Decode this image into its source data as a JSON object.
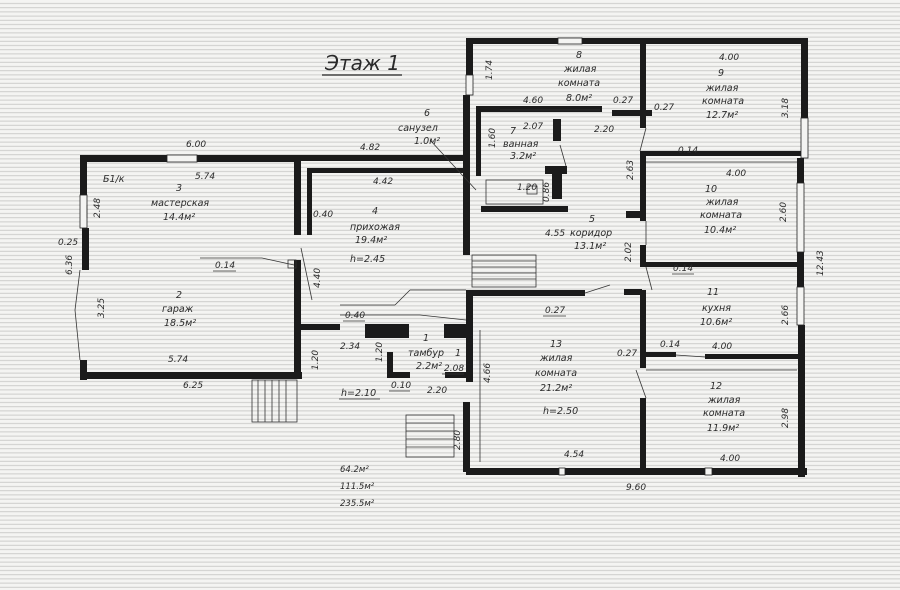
{
  "plan": {
    "title": "Этаж 1",
    "label_b1k": "Б1/к",
    "height_main": "h=2.45",
    "height_room13": "h=2.50",
    "height_tambur": "h=2.10",
    "totals": [
      "64.2м²",
      "111.5м²",
      "235.5м²"
    ]
  },
  "rooms": [
    {
      "num": "1",
      "name": "тамбур",
      "name2": "",
      "area": "2.2м²"
    },
    {
      "num": "2",
      "name": "гараж",
      "name2": "",
      "area": "18.5м²"
    },
    {
      "num": "3",
      "name": "мастерская",
      "name2": "",
      "area": "14.4м²"
    },
    {
      "num": "4",
      "name": "прихожая",
      "name2": "",
      "area": "19.4м²"
    },
    {
      "num": "5",
      "name": "коридор",
      "name2": "",
      "area": "13.1м²"
    },
    {
      "num": "6",
      "name": "санузел",
      "name2": "",
      "area": "1.0м²"
    },
    {
      "num": "7",
      "name": "ванная",
      "name2": "",
      "area": "3.2м²"
    },
    {
      "num": "8",
      "name": "жилая",
      "name2": "комната",
      "area": "8.0м²"
    },
    {
      "num": "9",
      "name": "жилая",
      "name2": "комната",
      "area": "12.7м²"
    },
    {
      "num": "10",
      "name": "жилая",
      "name2": "комната",
      "area": "10.4м²"
    },
    {
      "num": "11",
      "name": "кухня",
      "name2": "",
      "area": "10.6м²"
    },
    {
      "num": "12",
      "name": "жилая",
      "name2": "комната",
      "area": "11.9м²"
    },
    {
      "num": "13",
      "name": "жилая",
      "name2": "комната",
      "area": "21.2м²"
    }
  ],
  "dims": {
    "d600": "6.00",
    "d574a": "5.74",
    "d482": "4.82",
    "d442": "4.42",
    "d248": "2.48",
    "d025": "0.25",
    "d636": "6.36",
    "d325": "3.25",
    "d014a": "0.14",
    "d040a": "0.40",
    "d440": "4.40",
    "d574b": "5.74",
    "d625": "6.25",
    "d120a": "1.20",
    "d234": "2.34",
    "d040b": "0.40",
    "d120b": "1.20",
    "d220": "2.20",
    "d010": "0.10",
    "d208": "2.08",
    "d174": "1.74",
    "d460": "4.60",
    "d207": "2.07",
    "d160": "1.60",
    "d120c": "1.20",
    "d086": "0.86",
    "d455": "4.55",
    "d027a": "0.27",
    "d027b": "0.27",
    "d220b": "2.20",
    "d400a": "4.00",
    "d318": "3.18",
    "d014b": "0.14",
    "d263": "2.63",
    "d400b": "4.00",
    "d260": "2.60",
    "d202": "2.02",
    "d014c": "0.14",
    "d1243": "12.43",
    "d027c": "0.27",
    "d266": "2.66",
    "d027d": "0.27",
    "d014d": "0.14",
    "d400c": "4.00",
    "d466": "4.66",
    "d298": "2.98",
    "d280": "2.80",
    "d454": "4.54",
    "d400d": "4.00",
    "d960": "9.60"
  }
}
